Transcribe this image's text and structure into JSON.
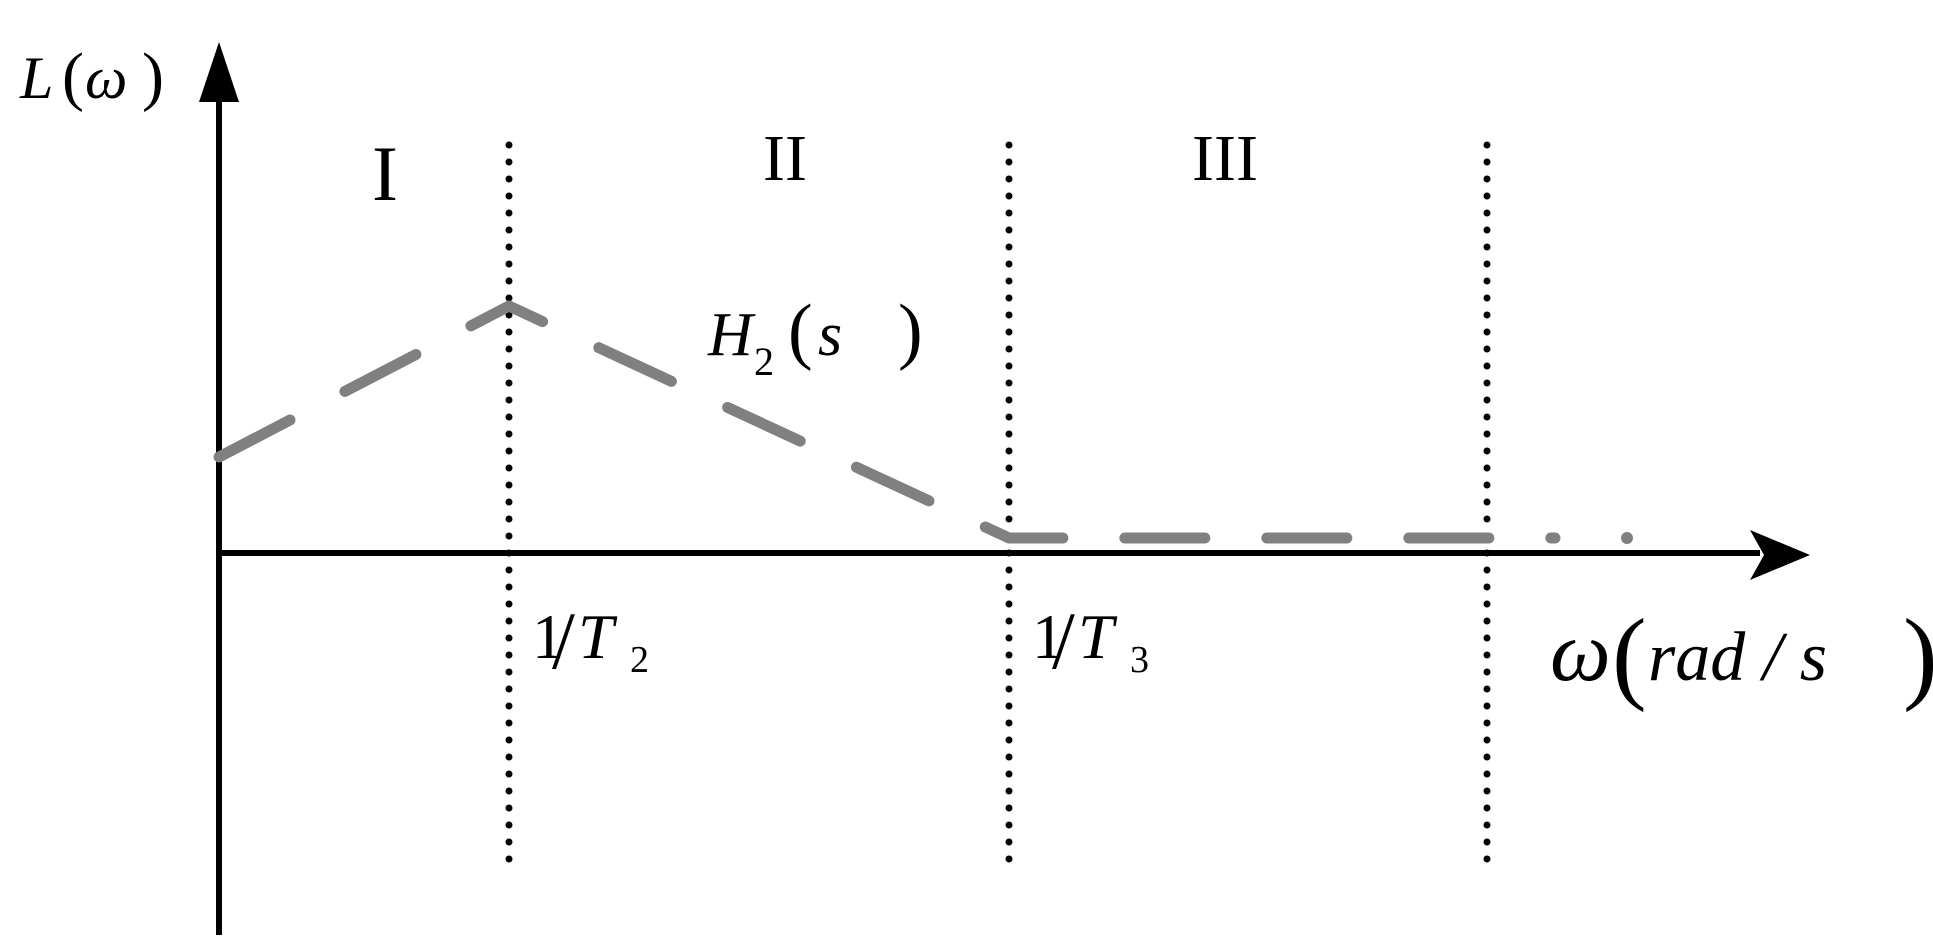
{
  "diagram": {
    "y_axis_label": {
      "fn": "L",
      "open": "(",
      "arg": "ω",
      "close": ")"
    },
    "x_axis_label": {
      "var": "ω",
      "open": "(",
      "unit": "rad / s",
      "close": ")"
    },
    "regions": [
      "I",
      "II",
      "III"
    ],
    "ticks": [
      {
        "num": "1",
        "slash": "/",
        "sym": "T",
        "sub": "2"
      },
      {
        "num": "1",
        "slash": "/",
        "sym": "T",
        "sub": "3"
      }
    ],
    "curve_label": {
      "sym": "H",
      "sub": "2",
      "open": "(",
      "arg": "s",
      "close": ")"
    },
    "colors": {
      "axis": "#000000",
      "curve": "#808080",
      "divider": "#000000"
    }
  }
}
